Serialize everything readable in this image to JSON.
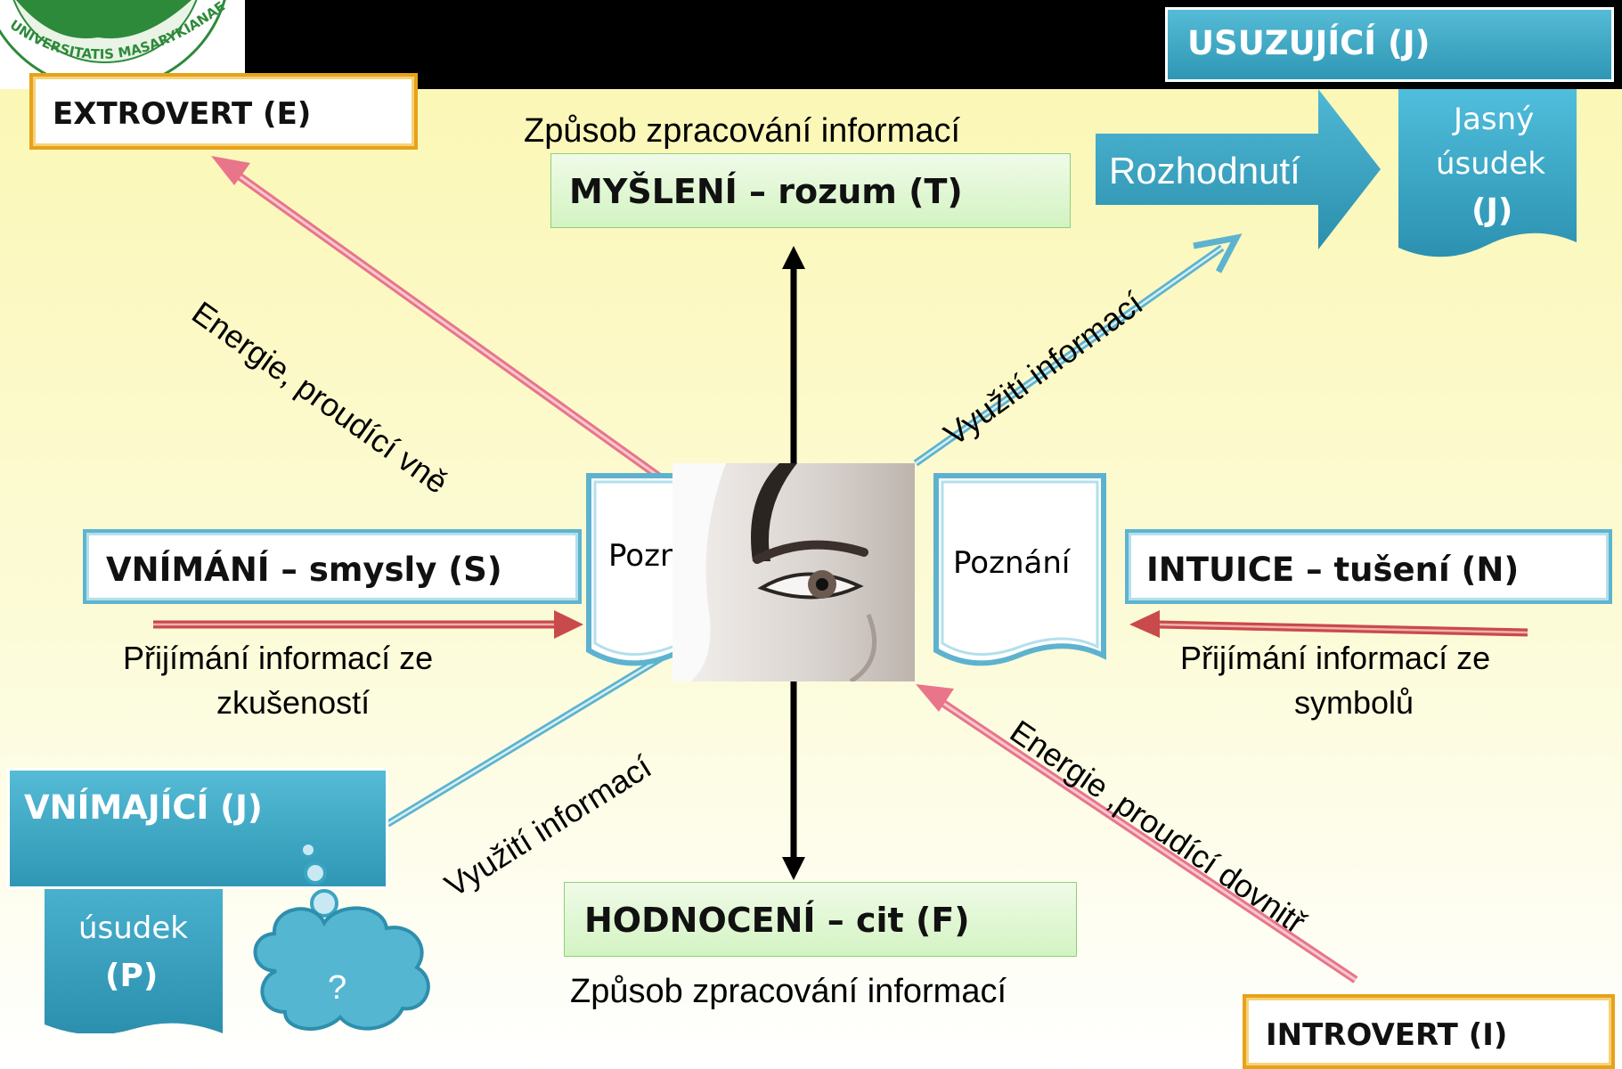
{
  "header": {
    "logo_text": "UNIVERSITATIS MASARYKIANAE",
    "judging_label": "USUZUJÍCÍ (J)"
  },
  "extrovert": {
    "label": "EXTROVERT (E)"
  },
  "introvert": {
    "label": "INTROVERT (I)"
  },
  "thinking": {
    "caption": "Způsob zpracování informací",
    "label": "MYŠLENÍ – rozum (T)"
  },
  "feeling": {
    "label": "HODNOCENÍ – cit (F)",
    "caption": "Způsob zpracování informací"
  },
  "sensing": {
    "label": "VNÍMÁNÍ – smysly (S)",
    "caption_line1": "Přijímání informací ze",
    "caption_line2": "zkušeností"
  },
  "intuition": {
    "label": "INTUICE – tušení (N)",
    "caption_line1": "Přijímání informací ze",
    "caption_line2": "symbolů"
  },
  "decision": {
    "arrow_label": "Rozhodnutí",
    "result_line1": "Jasný",
    "result_line2": "úsudek",
    "result_line3": "(J)"
  },
  "perceiving": {
    "label": "VNÍMAJÍCÍ (J)",
    "result_line2": "úsudek",
    "result_line3": "(P)",
    "cloud_text": "?"
  },
  "center": {
    "doc_left": "Poznání",
    "doc_right": "Poznání"
  },
  "flows": {
    "energy_out": "Energie,  proudící vně",
    "energy_in": "Energie ,proudící dovnitř",
    "use_info_top": "Využití  informací",
    "use_info_bottom": "Využití  informací"
  },
  "colors": {
    "energy_arrow": "#e8758a",
    "info_arrow": "#5db3cf",
    "intake_arrow": "#c94a4a",
    "teal": "#3aa5c2",
    "orange_border": "#e7a21a"
  }
}
